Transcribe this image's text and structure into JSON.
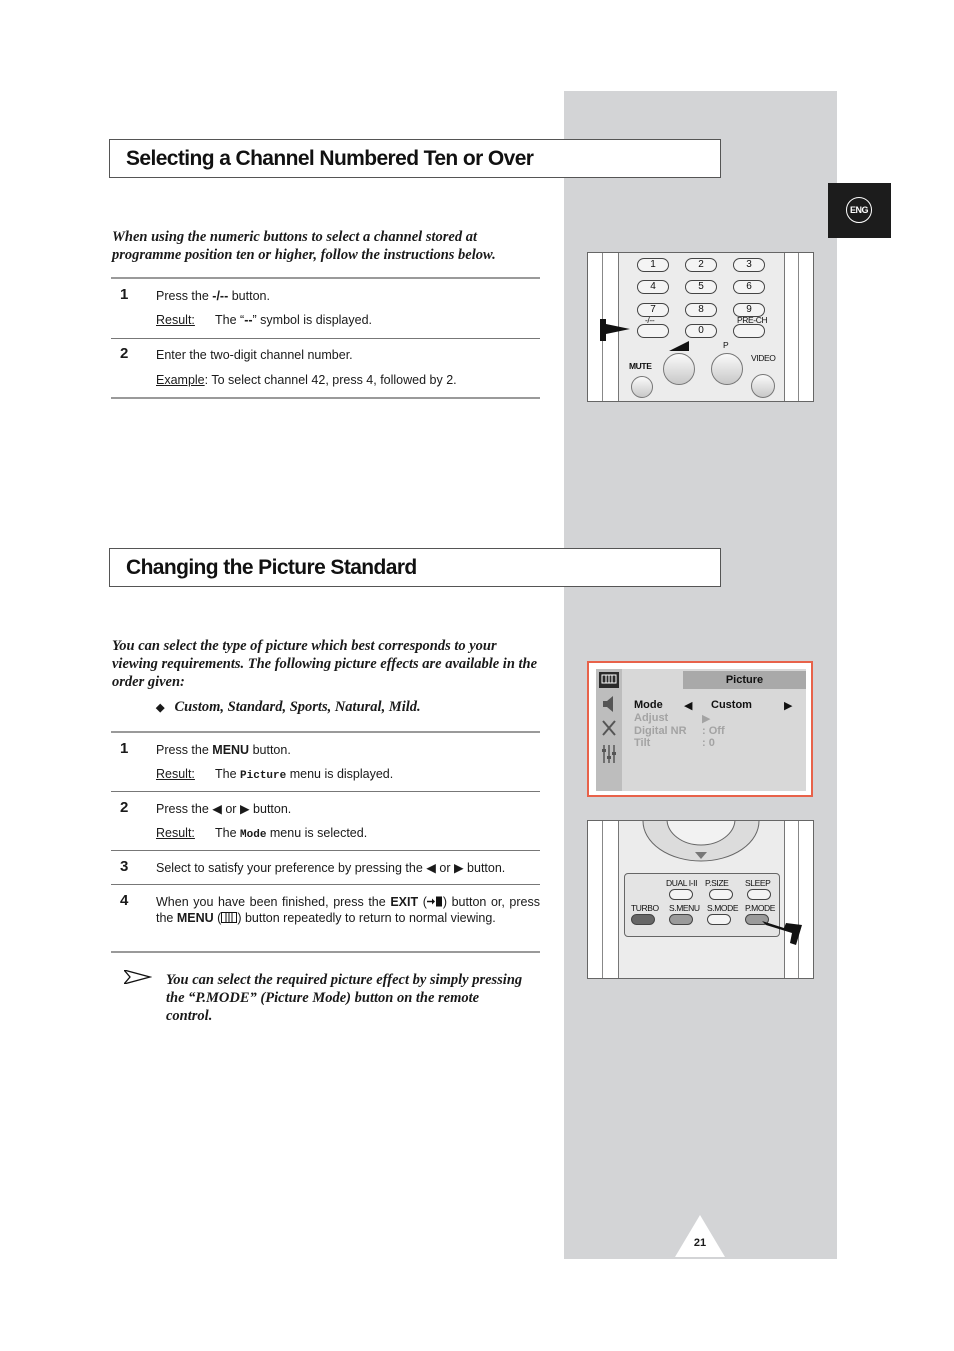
{
  "language_tab": "ENG",
  "section1": {
    "title": "Selecting a Channel Numbered Ten or Over",
    "intro": "When using the numeric buttons to select a channel stored at programme position ten or higher, follow the instructions below.",
    "step1_num": "1",
    "step1_pre": "Press the ",
    "step1_key": "-/--",
    "step1_post": " button.",
    "step1_result_label": "Result:",
    "step1_result_pre": "The “",
    "step1_result_sym": "--",
    "step1_result_post": "” symbol is displayed.",
    "step2_num": "2",
    "step2_text": "Enter the two-digit channel number.",
    "step2_example_label": "Example",
    "step2_example_text": ":  To select channel 42, press 4, followed by 2."
  },
  "remote1": {
    "keys": [
      "1",
      "2",
      "3",
      "4",
      "5",
      "6",
      "7",
      "8",
      "9",
      "0"
    ],
    "dash_label": "-/--",
    "prech_label": "PRE-CH",
    "mute_label": "MUTE",
    "p_label": "P",
    "video_label": "VIDEO"
  },
  "section2": {
    "title": "Changing the Picture Standard",
    "intro": "You can select the type of picture which best corresponds to your viewing requirements. The following picture effects are available in the order given:",
    "bullet_icon": "◆",
    "bullet": "Custom, Standard, Sports, Natural, Mild.",
    "step1_num": "1",
    "step1_pre": "Press the ",
    "step1_key": "MENU",
    "step1_post": " button.",
    "step1_result_label": "Result:",
    "step1_result_pre": "The ",
    "step1_result_menu": "Picture",
    "step1_result_post": " menu is displayed.",
    "step2_num": "2",
    "step2_text": "Press the ◀ or ▶ button.",
    "step2_result_label": "Result:",
    "step2_result_pre": "The ",
    "step2_result_menu": "Mode",
    "step2_result_post": " menu is selected.",
    "step3_num": "3",
    "step3_text": "Select to satisfy your preference by pressing the ◀ or ▶ button.",
    "step4_num": "4",
    "step4_a": "When you have been finished, press the ",
    "step4_exit": "EXIT",
    "step4_b": " (",
    "step4_c": ") button or, press the ",
    "step4_menu": "MENU",
    "step4_d": " (",
    "step4_e": ") button repeatedly to return to normal viewing.",
    "note": "You can select the required picture effect by simply pressing the “P.MODE” (Picture Mode) button on the remote control."
  },
  "osd": {
    "title": "Picture",
    "mode_label": "Mode",
    "left_arrow": "◀",
    "mode_value": "Custom",
    "right_arrow": "▶",
    "adjust_label": "Adjust",
    "adjust_arrow": "▶",
    "dnr_label": "Digital NR",
    "dnr_value": ": Off",
    "tilt_label": "Tilt",
    "tilt_value": ": 0"
  },
  "remote2": {
    "top_labels": [
      "DUAL I-II",
      "P.SIZE",
      "SLEEP"
    ],
    "bottom_labels": [
      "TURBO",
      "S.MENU",
      "S.MODE",
      "P.MODE"
    ]
  },
  "page_number": "21"
}
